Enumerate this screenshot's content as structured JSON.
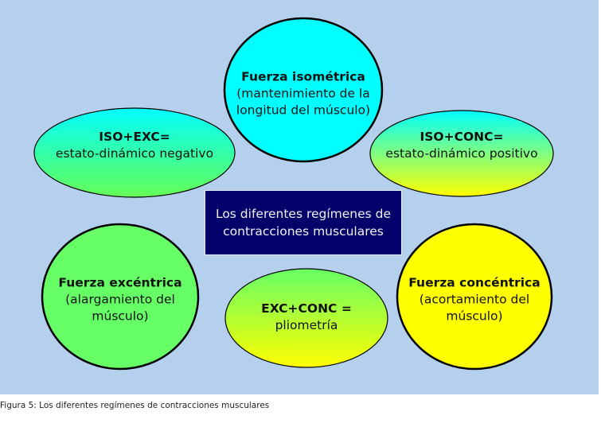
{
  "colors": {
    "background": "#b4d0ec",
    "center_box": "#02026a",
    "cyan": "#00ffff",
    "green": "#66ff66",
    "yellow": "#ffff00"
  },
  "center": {
    "line1": "Los diferentes regímenes de",
    "line2": "contracciones musculares"
  },
  "nodes": [
    {
      "id": "isometrica",
      "title": "Fuerza isométrica",
      "lines": [
        "(mantenimiento de la",
        "longitud del músculo)"
      ],
      "fill": "cyan"
    },
    {
      "id": "iso-exc",
      "title": "ISO+EXC=",
      "lines": [
        "estato-dinámico negativo"
      ],
      "fill": "cyan-to-green"
    },
    {
      "id": "iso-conc",
      "title": "ISO+CONC=",
      "lines": [
        "estato-dinámico positivo"
      ],
      "fill": "cyan-to-yellow"
    },
    {
      "id": "excentrica",
      "title": "Fuerza excéntrica",
      "lines": [
        "(alargamiento del",
        "músculo)"
      ],
      "fill": "green"
    },
    {
      "id": "exc-conc",
      "title": "EXC+CONC =",
      "lines": [
        "pliometría"
      ],
      "fill": "green-to-yellow"
    },
    {
      "id": "concentrica",
      "title": "Fuerza concéntrica",
      "lines": [
        "(acortamiento del",
        "músculo)"
      ],
      "fill": "yellow"
    }
  ],
  "caption": "Figura 5: Los diferentes regímenes de contracciones musculares"
}
